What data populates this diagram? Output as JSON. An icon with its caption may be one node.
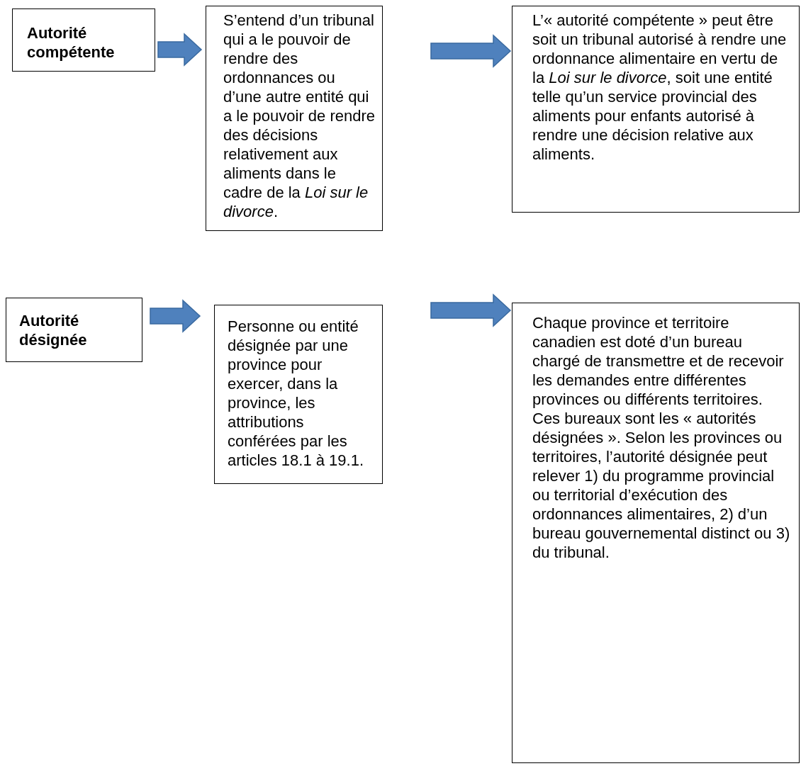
{
  "diagram": {
    "nodes": [
      {
        "text": [
          "Autorité compétente"
        ]
      },
      {
        "text": [
          "S’entend d’un tribunal qui a le pouvoir de rendre des ordonnances ou d’une autre entité qui a le pouvoir de rendre des décisions relativement aux aliments dans le cadre de la *Loi sur le divorce*."
        ]
      },
      {
        "text": [
          "L’« autorité compétente » peut être soit un tribunal autorisé à rendre une ordonnance alimentaire en vertu de la *Loi sur le divorce*, soit une entité telle qu’un service provincial des aliments pour enfants autorisé à rendre une décision relative aux aliments."
        ]
      },
      {
        "text": [
          "Autorité désignée"
        ]
      },
      {
        "text": [
          "Personne ou entité désignée par une province pour exercer, dans la province, les attributions conférées par les articles 18.1 à 19.1."
        ]
      },
      {
        "text": [
          "Chaque province et territoire canadien est doté d’un bureau chargé de transmettre et de recevoir les demandes entre différentes provinces ou différents territoires. Ces bureaux sont les « autorités désignées ». Selon les provinces ou territoires, l’autorité désignée peut relever 1) du programme provincial ou territorial d’exécution des ordonnances alimentaires, 2) d’un bureau gouvernemental distinct ou 3) du tribunal."
        ]
      }
    ],
    "edges": [
      {
        "from": 0,
        "to": 1,
        "arrow": "to"
      },
      {
        "from": 1,
        "to": 2,
        "arrow": "to"
      },
      {
        "from": 3,
        "to": 4,
        "arrow": "to"
      },
      {
        "from": 4,
        "to": 5,
        "arrow": "to"
      }
    ]
  }
}
